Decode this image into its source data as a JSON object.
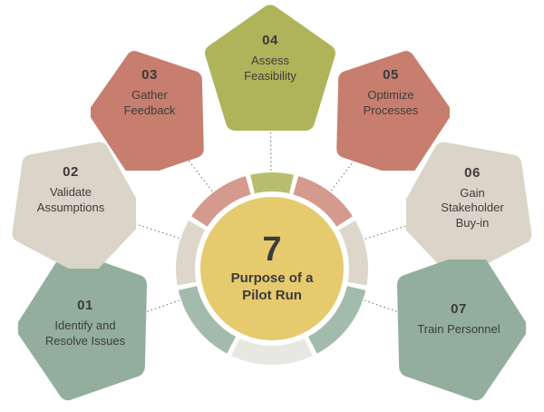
{
  "center": {
    "number": "7",
    "title": "Purpose of a Pilot Run",
    "circle_color": "#e6ca6e"
  },
  "items": [
    {
      "id": "01",
      "label": "Identify and Resolve Issues",
      "color": "#93ae9d"
    },
    {
      "id": "02",
      "label": "Validate Assumptions",
      "color": "#dbd4c8"
    },
    {
      "id": "03",
      "label": "Gather Feedback",
      "color": "#c77e6f"
    },
    {
      "id": "04",
      "label": "Assess Feasibility",
      "color": "#afb45b"
    },
    {
      "id": "05",
      "label": "Optimize Processes",
      "color": "#c77e6f"
    },
    {
      "id": "06",
      "label": "Gain Stakeholder Buy-in",
      "color": "#dbd4c8"
    },
    {
      "id": "07",
      "label": "Train Personnel",
      "color": "#93ae9d"
    }
  ],
  "ring": {
    "start_deg": -13,
    "segments": [
      {
        "color": "#b9bd6f",
        "sweep": 26
      },
      {
        "color": "#ffffff",
        "sweep": 3
      },
      {
        "color": "#d49a8d",
        "sweep": 41
      },
      {
        "color": "#ffffff",
        "sweep": 3
      },
      {
        "color": "#ddd7cb",
        "sweep": 40
      },
      {
        "color": "#ffffff",
        "sweep": 3
      },
      {
        "color": "#a3bbac",
        "sweep": 49
      },
      {
        "color": "#ffffff",
        "sweep": 3
      },
      {
        "color": "#e9e7e2",
        "sweep": 50
      },
      {
        "color": "#ffffff",
        "sweep": 3
      },
      {
        "color": "#a3bbac",
        "sweep": 49
      },
      {
        "color": "#ffffff",
        "sweep": 3
      },
      {
        "color": "#ddd7cb",
        "sweep": 40
      },
      {
        "color": "#ffffff",
        "sweep": 3
      },
      {
        "color": "#d49a8d",
        "sweep": 41
      },
      {
        "color": "#ffffff",
        "sweep": 3
      }
    ]
  }
}
